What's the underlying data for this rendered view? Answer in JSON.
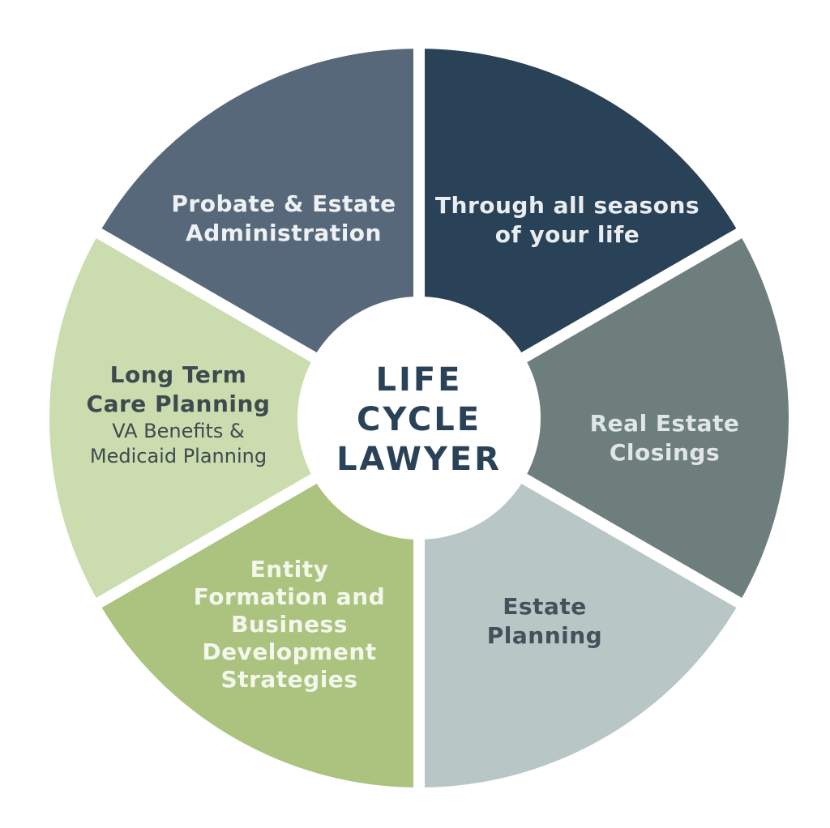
{
  "center": {
    "lines": [
      "LIFE",
      "CYCLE",
      "LAWYER"
    ]
  },
  "segments": [
    {
      "id": "seasons",
      "lines": [
        "Through all seasons",
        "of your life"
      ],
      "color": "#2a4257",
      "text_color": "#e9edf1"
    },
    {
      "id": "real-estate",
      "lines": [
        "Real Estate",
        "Closings"
      ],
      "color": "#6e7e7c",
      "text_color": "#dfe6e5"
    },
    {
      "id": "estate-planning",
      "lines": [
        "Estate",
        "Planning"
      ],
      "color": "#b8c6c5",
      "text_color": "#44505a"
    },
    {
      "id": "entity-formation",
      "lines": [
        "Entity",
        "Formation and",
        "Business",
        "Development",
        "Strategies"
      ],
      "color": "#abc37f",
      "text_color": "#f4f8ec"
    },
    {
      "id": "long-term-care",
      "lines": [
        "Long Term",
        "Care Planning"
      ],
      "sub_lines": [
        "VA Benefits &",
        "Medicaid Planning"
      ],
      "color": "#cbdcae",
      "text_color": "#3f4a4f"
    },
    {
      "id": "probate",
      "lines": [
        "Probate & Estate",
        "Administration"
      ],
      "color": "#566879",
      "text_color": "#eef1f4"
    }
  ]
}
